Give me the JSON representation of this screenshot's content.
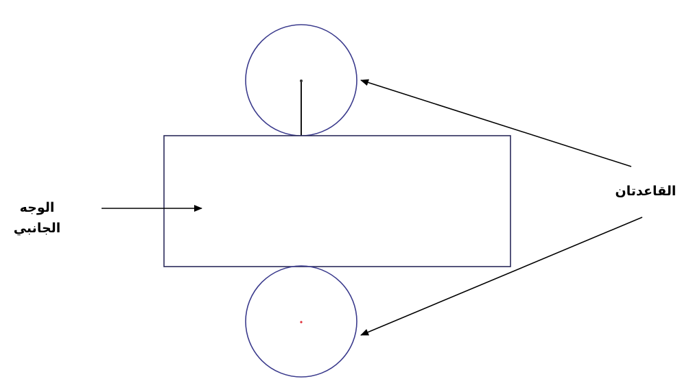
{
  "labels": {
    "lateral_face_line1": "الوجه",
    "lateral_face_line2": "الجانبي",
    "bases": "القاعدتان"
  },
  "colors": {
    "outline": "#3a3a8c",
    "arrow": "#000000",
    "center_dot_top": "#333333",
    "center_dot_bottom": "#e0303a"
  }
}
